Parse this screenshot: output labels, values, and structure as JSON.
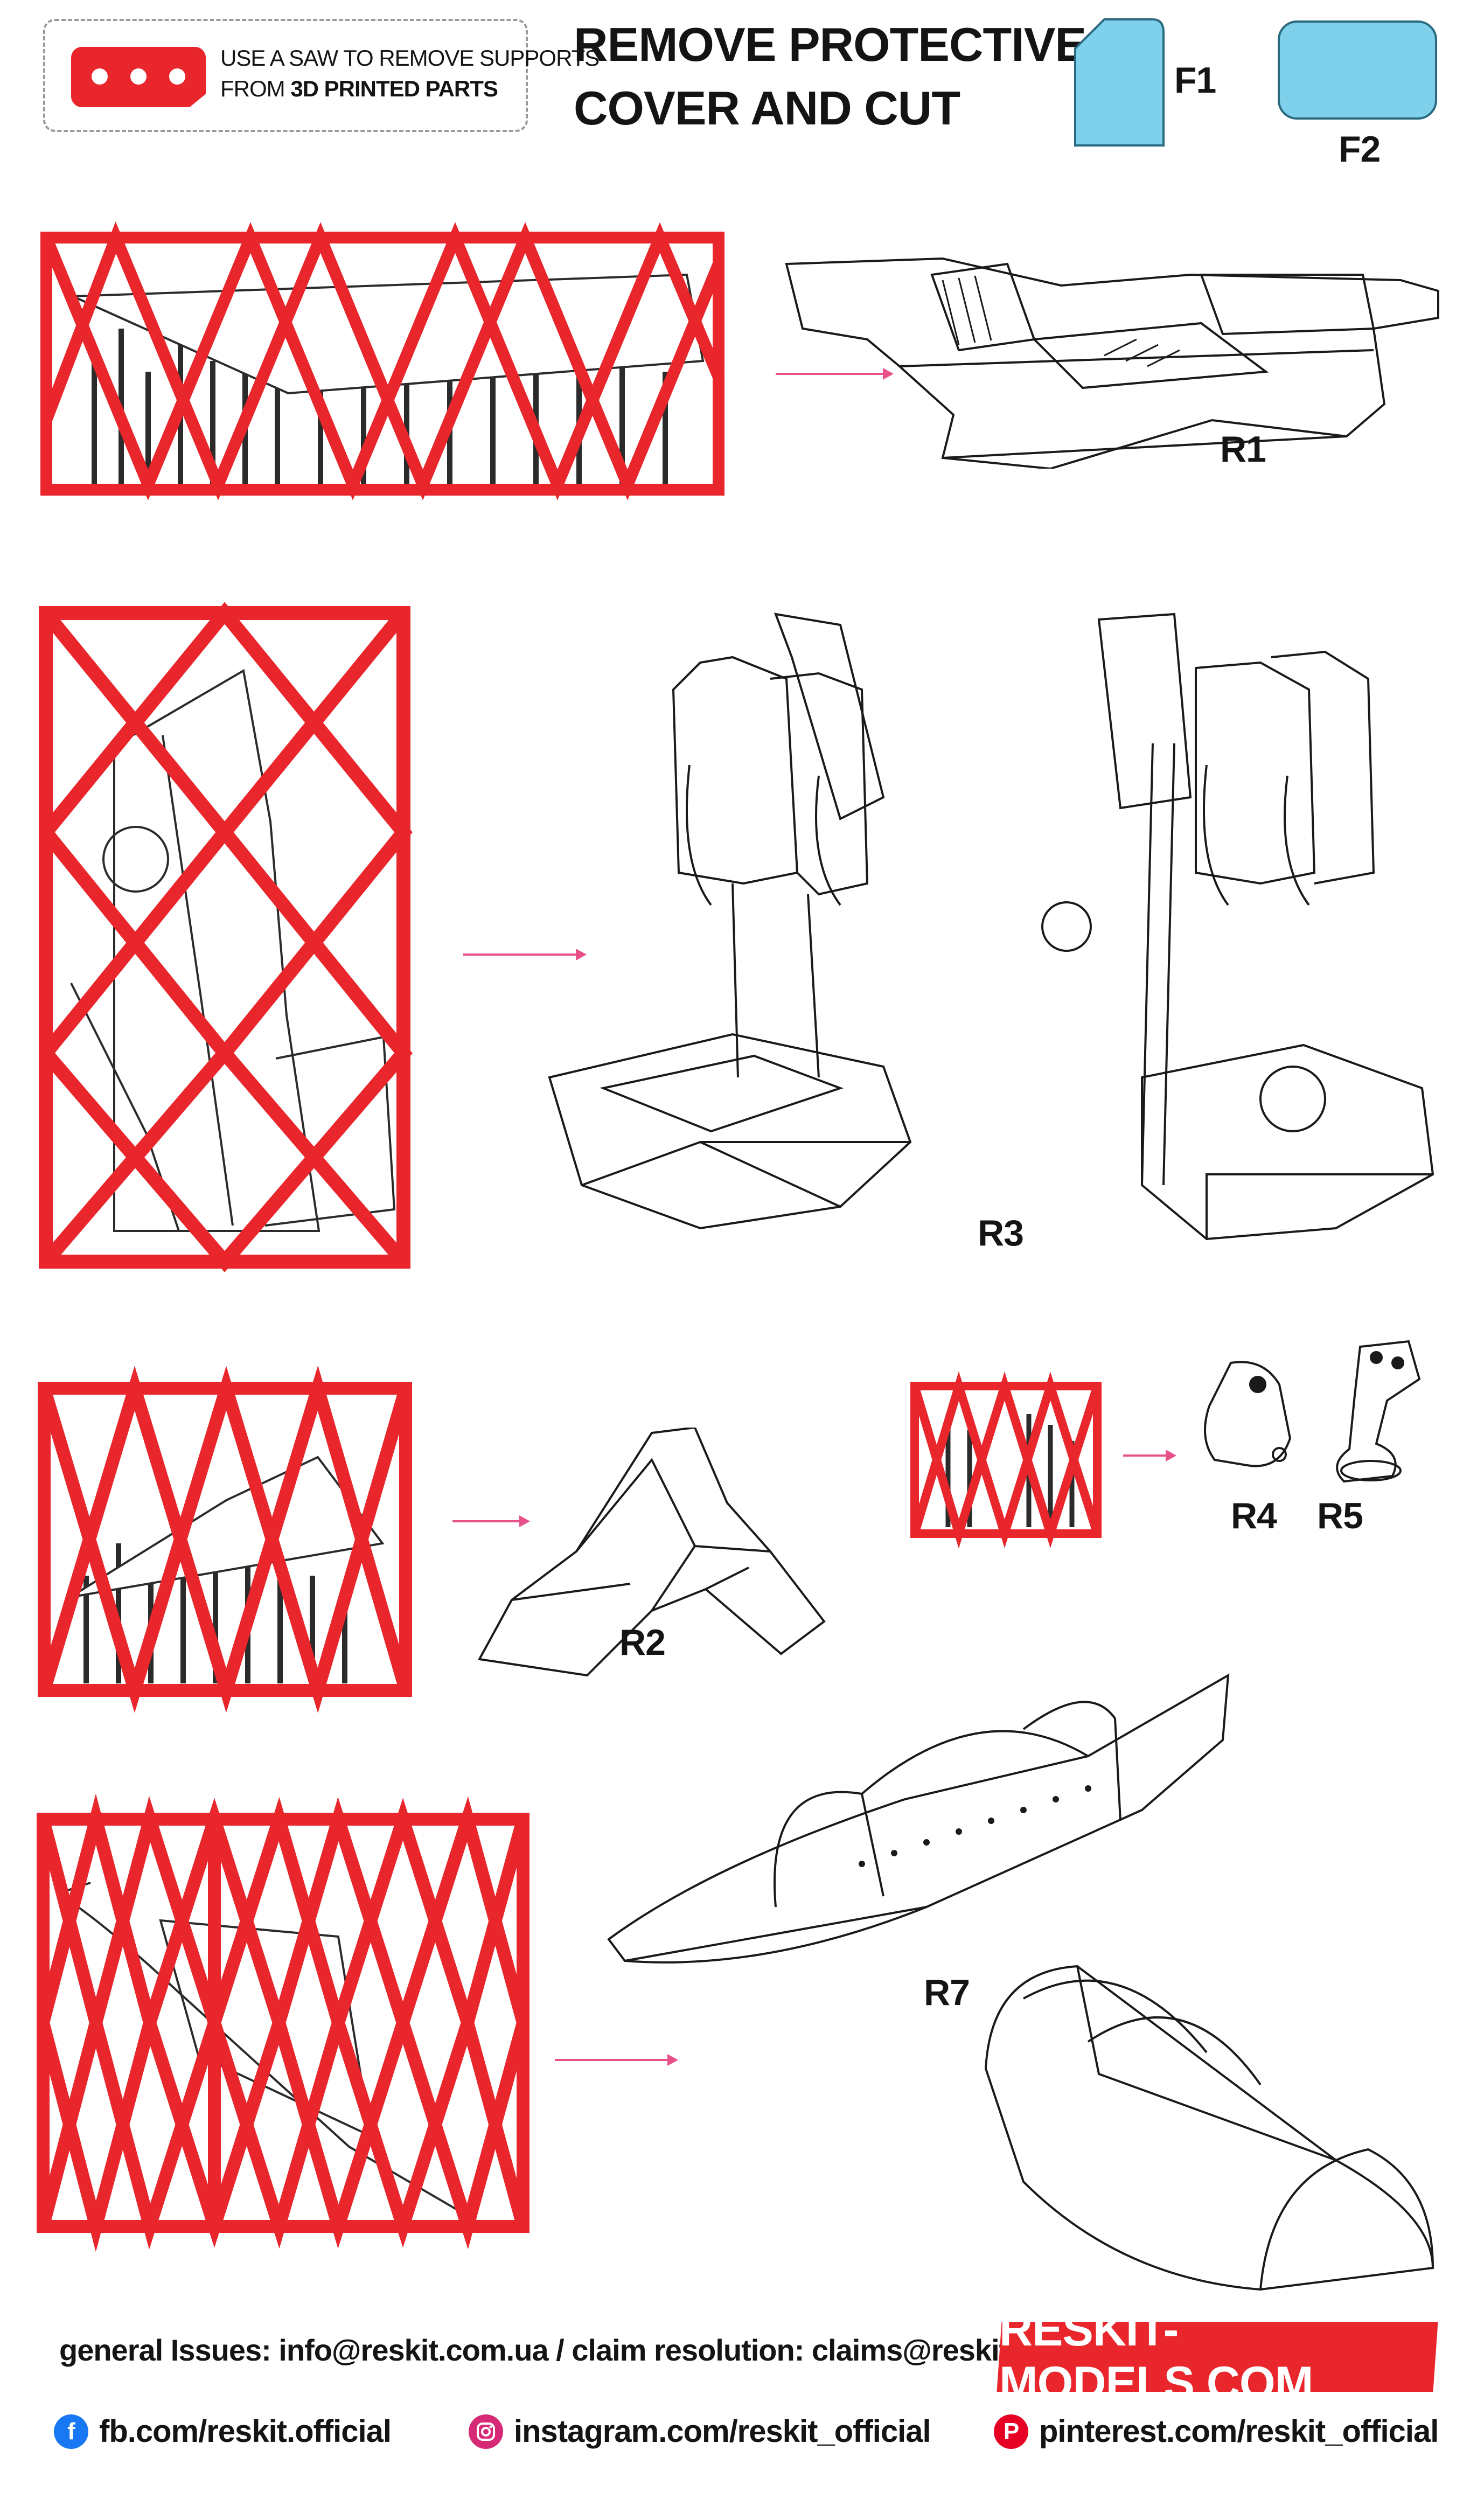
{
  "notice": {
    "line1": "USE A SAW TO REMOVE SUPPORTS",
    "line2_pre": "FROM ",
    "line2_bold": "3D PRINTED PARTS"
  },
  "header": {
    "title_line1": "REMOVE PROTECTIVE",
    "title_line2": "COVER AND CUT"
  },
  "parts": {
    "f1": "F1",
    "f2": "F2",
    "r1": "R1",
    "r2": "R2",
    "r3": "R3",
    "r4": "R4",
    "r5": "R5",
    "r7": "R7"
  },
  "footer": {
    "contacts": "general Issues: info@reskit.com.ua / claim resolution: claims@reskit.com.ua",
    "site": "RESKIT-MODELS.COM",
    "facebook": "fb.com/reskit.official",
    "instagram": "instagram.com/reskit_official",
    "pinterest": "pinterest.com/reskit_official"
  },
  "colors": {
    "frame_red": "#e8262b",
    "arrow_pink": "#e8508a",
    "film_blue": "#7fd0ea",
    "facebook": "#1877f2",
    "instagram": "#d62976",
    "pinterest": "#e60023"
  },
  "icons": [
    "saw-dots-icon",
    "facebook-icon",
    "instagram-icon",
    "pinterest-icon"
  ]
}
